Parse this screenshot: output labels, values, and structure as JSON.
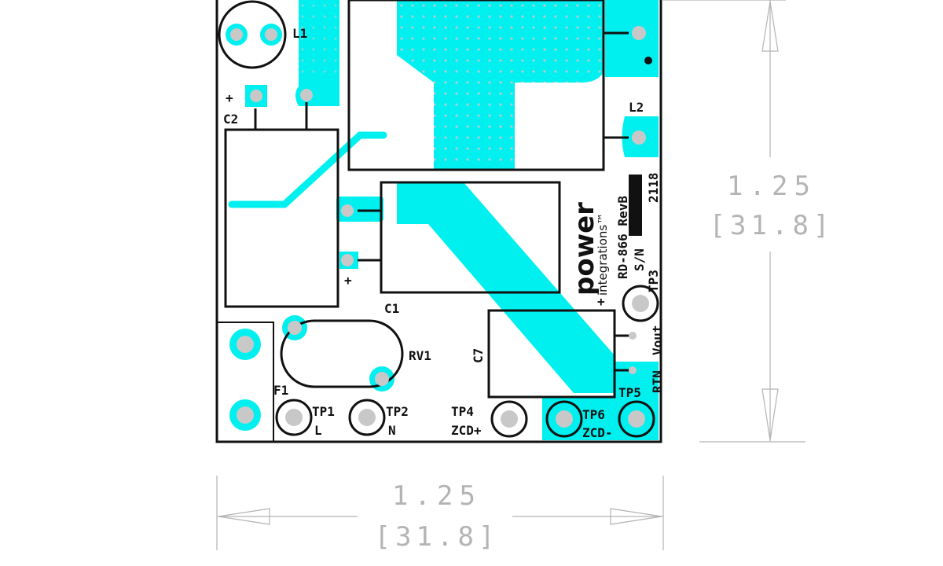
{
  "colors": {
    "copper": "#00f0f0",
    "silkscreen": "#111111",
    "pad": "#c8c8c8",
    "dimension": "#b4b4b4",
    "background": "#ffffff"
  },
  "designators": {
    "l1": "L1",
    "l2": "L2",
    "c1": "C1",
    "c2": "C2",
    "c7": "C7",
    "rv1": "RV1",
    "f1": "F1",
    "tp1": "TP1",
    "tp1_net": "L",
    "tp2": "TP2",
    "tp2_net": "N",
    "tp3": "TP3",
    "tp3_net": "Vout",
    "tp4": "TP4",
    "tp4_net": "ZCD+",
    "tp5": "TP5",
    "tp5_net": "RTN",
    "tp6": "TP6",
    "tp6_net": "ZCD-",
    "plus": "+"
  },
  "board": {
    "board_id": "RD-866 RevB",
    "date_code": "2118",
    "serial_label": "S/N",
    "logo_line1": "power",
    "logo_line2": "integrations™"
  },
  "dimensions": {
    "height_in": "1.25",
    "height_mm": "[31.8]",
    "width_in": "1.25",
    "width_mm": "[31.8]"
  }
}
